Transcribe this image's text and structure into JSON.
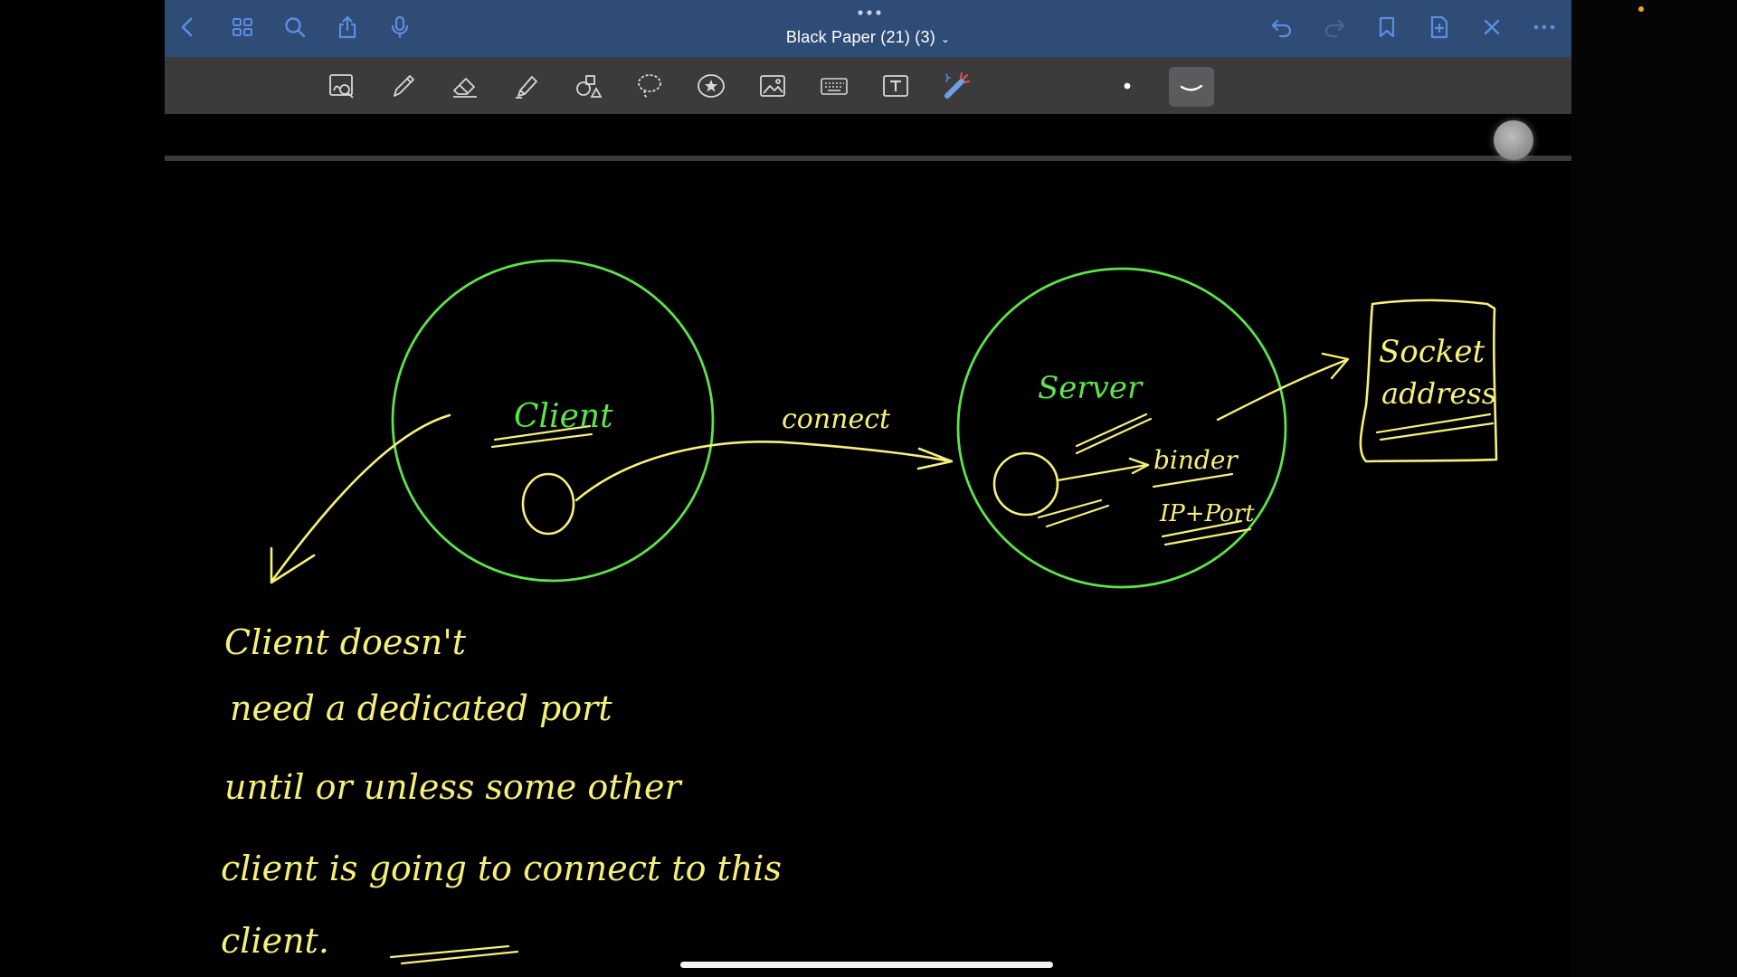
{
  "navbar": {
    "title": "Black Paper  (21) (3)",
    "chevron": "⌄",
    "left_icons": [
      "chevron-left-icon",
      "grid-icon",
      "search-icon",
      "share-icon",
      "microphone-icon"
    ],
    "right_icons": [
      "undo-icon",
      "redo-icon",
      "bookmark-icon",
      "add-page-icon",
      "close-icon",
      "more-icon"
    ],
    "color": "#2f4c77"
  },
  "toolbar": {
    "tools": [
      "zoom-box-icon",
      "pen-icon",
      "eraser-icon",
      "highlighter-icon",
      "shapes-icon",
      "lasso-icon",
      "sticker-icon",
      "image-icon",
      "keyboard-icon",
      "text-box-icon",
      "laser-pointer-icon"
    ],
    "selected_tool": "pen",
    "pen_size": "small",
    "color": "#3b3b3c"
  },
  "canvas": {
    "background": "#000000",
    "ink_colors": {
      "green": "#5ee34a",
      "yellow": "#f6f07a"
    },
    "handwriting": {
      "client_label": "Client",
      "connect_label": "connect",
      "server_label": "Server",
      "binder_label": "binder",
      "ip_port_label": "IP+Port",
      "socket_address_line1": "Socket",
      "socket_address_line2": "address",
      "note_line1": "Client doesn't",
      "note_line2": "need a dedicated port",
      "note_line3": "until or unless some other",
      "note_line4": "client is going to connect to this",
      "note_line5": "client."
    }
  }
}
